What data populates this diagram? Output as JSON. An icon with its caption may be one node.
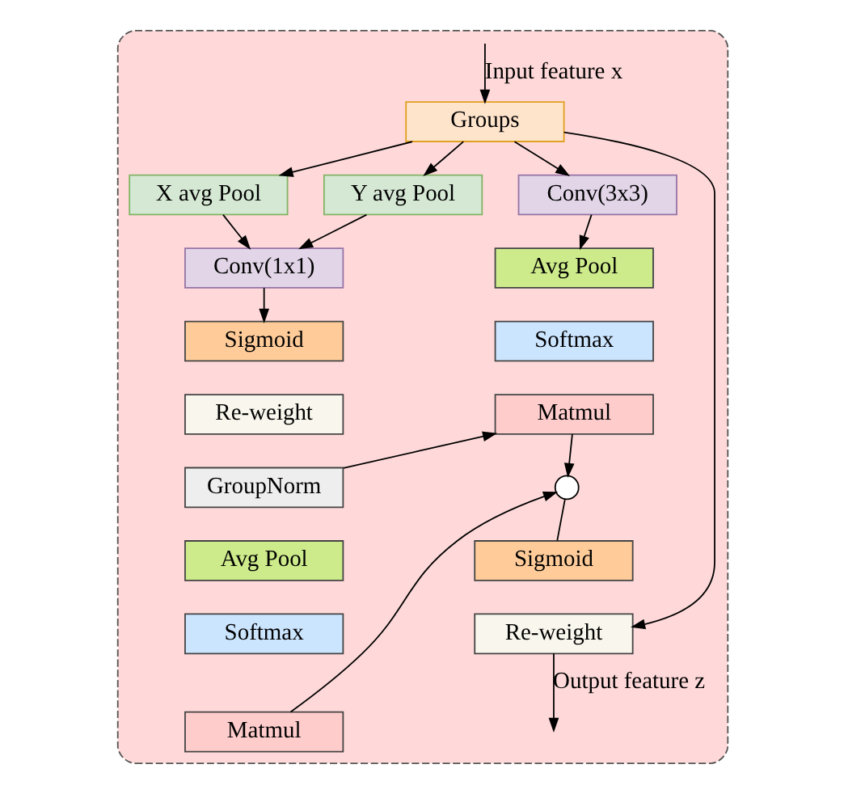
{
  "diagram": {
    "nodes": [
      {
        "text": [],
        "shape": "box"
      },
      {
        "text": [
          "Groups"
        ],
        "in": 0
      },
      {
        "text": [
          "X avg Pool"
        ],
        "in": 0
      },
      {
        "text": [
          "Y avg Pool"
        ],
        "in": 0
      },
      {
        "text": [
          "Conv(1x1)"
        ],
        "in": 0
      },
      {
        "text": [
          "Conv(3x3)"
        ],
        "in": 0
      },
      {
        "text": [
          "Sigmoid"
        ],
        "in": 0
      },
      {
        "text": [
          "Re-weight"
        ],
        "in": 0
      },
      {
        "text": [
          "GroupNorm"
        ],
        "in": 0
      },
      {
        "text": [
          "Avg Pool"
        ],
        "in": 0
      },
      {
        "text": [
          "Softmax"
        ],
        "in": 0
      },
      {
        "text": [
          "Matmul"
        ],
        "in": 0
      },
      {
        "text": [
          "Avg Pool"
        ],
        "in": 0
      },
      {
        "text": [
          "Softmax"
        ],
        "in": 0
      },
      {
        "text": [
          "Matmul"
        ],
        "in": 0
      },
      {
        "text": [],
        "shape": "circle",
        "in": 0
      },
      {
        "text": [
          "Sigmoid"
        ],
        "in": 0
      },
      {
        "text": [
          "Re-weight"
        ],
        "in": 0
      }
    ],
    "edges": [
      {
        "from": null,
        "to": 1,
        "arrow": "to",
        "label": "Input feature x"
      },
      {
        "from": 1,
        "to": 2,
        "arrow": "to"
      },
      {
        "from": 1,
        "to": 3,
        "arrow": "to"
      },
      {
        "from": 2,
        "to": 4,
        "arrow": "to"
      },
      {
        "from": 3,
        "to": 4,
        "arrow": "to"
      },
      {
        "from": 1,
        "to": 5,
        "arrow": "to"
      },
      {
        "from": 1,
        "to": 17,
        "arrow": "to"
      },
      {
        "from": 4,
        "to": 6,
        "arrow": "to"
      },
      {
        "from": 5,
        "to": 12,
        "arrow": "to"
      },
      {
        "from": 8,
        "to": 14,
        "arrow": "to"
      },
      {
        "from": 14,
        "to": 15,
        "arrow": "to"
      },
      {
        "from": 11,
        "to": 15,
        "arrow": "to"
      },
      {
        "from": 15,
        "to": 16,
        "arrow": "none"
      },
      {
        "from": 17,
        "to": null,
        "arrow": "to",
        "label": "Output feature z"
      }
    ]
  }
}
